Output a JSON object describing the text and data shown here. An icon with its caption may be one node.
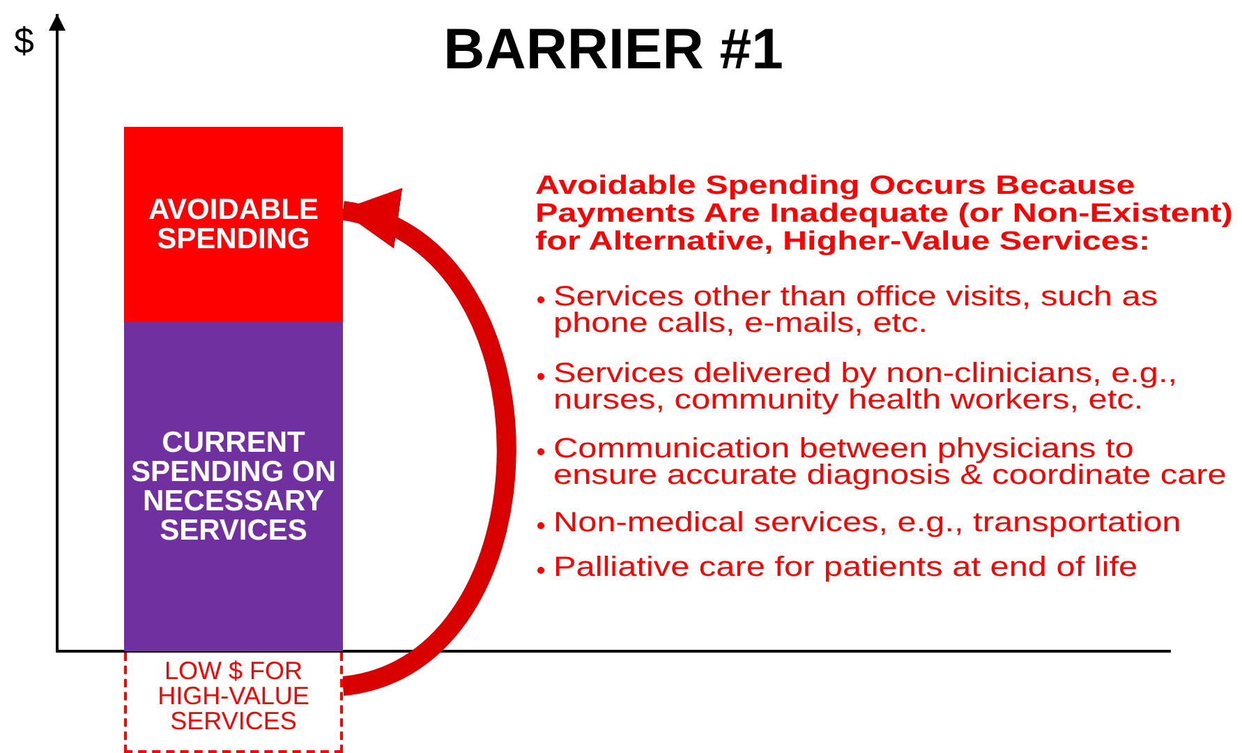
{
  "diagram": {
    "title": "BARRIER #1",
    "nodes": [
      {
        "text": [
          "AVOIDABLE SPENDING"
        ]
      },
      {
        "text": [
          "CURRENT SPENDING ON NECESSARY SERVICES"
        ]
      },
      {
        "text": [
          "LOW $ FOR HIGH-VALUE SERVICES"
        ]
      }
    ],
    "edges": [
      {
        "from": 2,
        "to": 0,
        "arrow": "to"
      }
    ],
    "labels": [
      "$",
      "Avoidable Spending Occurs Because Payments Are Inadequate (or Non-Existent) for Alternative, Higher-Value Services:",
      "Services other than office visits, such as phone calls, e-mails, etc.",
      "Services delivered by non-clinicians, e.g., nurses, community health workers, etc.",
      "Communication between physicians to ensure accurate diagnosis & coordinate care",
      "Non-medical services, e.g., transportation",
      "Palliative care for patients at end of life"
    ]
  }
}
